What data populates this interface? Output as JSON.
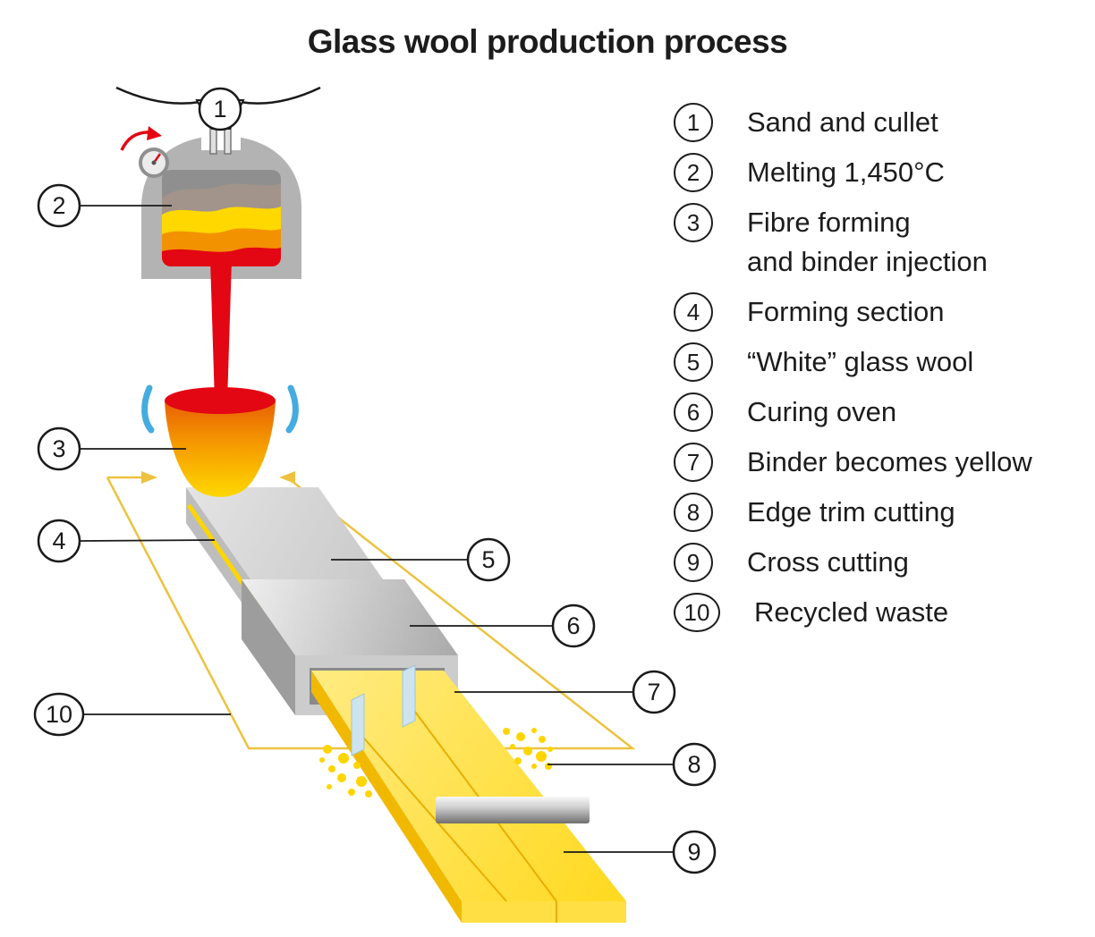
{
  "title": "Glass wool production process",
  "legend": {
    "items": [
      {
        "number": "1",
        "label": "Sand and cullet"
      },
      {
        "number": "2",
        "label": "Melting 1,450°C"
      },
      {
        "number": "3",
        "label": "Fibre forming\nand binder injection"
      },
      {
        "number": "4",
        "label": "Forming section"
      },
      {
        "number": "5",
        "label": "“White” glass wool"
      },
      {
        "number": "6",
        "label": "Curing oven"
      },
      {
        "number": "7",
        "label": "Binder becomes yellow"
      },
      {
        "number": "8",
        "label": "Edge trim cutting"
      },
      {
        "number": "9",
        "label": "Cross cutting"
      },
      {
        "number": "10",
        "label": "Recycled waste"
      }
    ]
  },
  "diagram": {
    "callouts": [
      {
        "number": "1"
      },
      {
        "number": "2"
      },
      {
        "number": "3"
      },
      {
        "number": "4"
      },
      {
        "number": "5"
      },
      {
        "number": "6"
      },
      {
        "number": "7"
      },
      {
        "number": "8"
      },
      {
        "number": "9"
      },
      {
        "number": "10"
      }
    ]
  },
  "colors": {
    "melt_red": "#e30613",
    "melt_orange": "#f39200",
    "wool_yellow": "#ffd500",
    "flame_blue": "#45ace0",
    "recycle_loop_yellow": "#edc23e"
  }
}
